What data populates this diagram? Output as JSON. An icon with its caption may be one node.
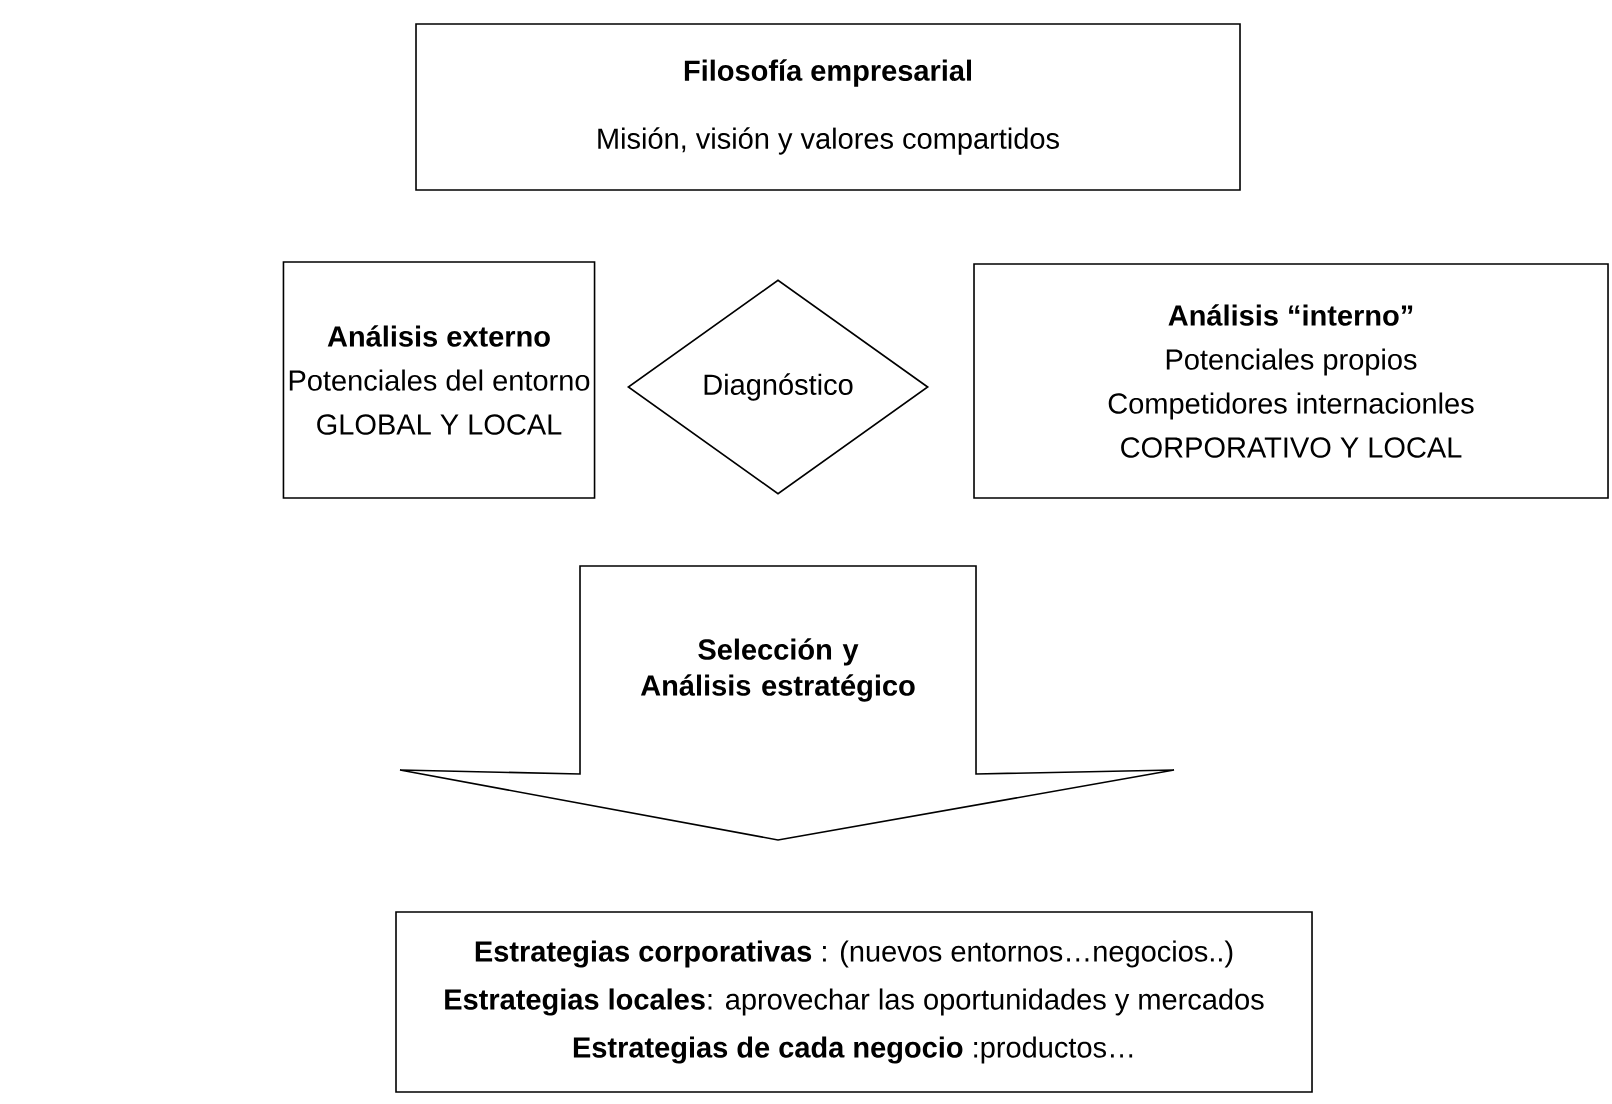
{
  "diagram": {
    "nodes": [
      {
        "text": [
          "Filosofía empresarial",
          "Misión, visión y valores compartidos"
        ]
      },
      {
        "text": [
          "Análisis externo",
          "Potenciales del entorno",
          "GLOBAL Y LOCAL"
        ]
      },
      {
        "text": [
          "Diagnóstico"
        ]
      },
      {
        "text": [
          "Análisis “interno”",
          "Potenciales propios",
          "Competidores internacionles",
          "CORPORATIVO Y LOCAL"
        ]
      },
      {
        "text": [
          "Selección y Análisis estratégico"
        ]
      },
      {
        "text": [
          "**Estrategias corporativas** : (nuevos entornos…negocios..)",
          "**Estrategias locales**: aprovechar las oportunidades y mercados",
          "**Estrategias de cada negocio** :productos…"
        ]
      }
    ]
  }
}
